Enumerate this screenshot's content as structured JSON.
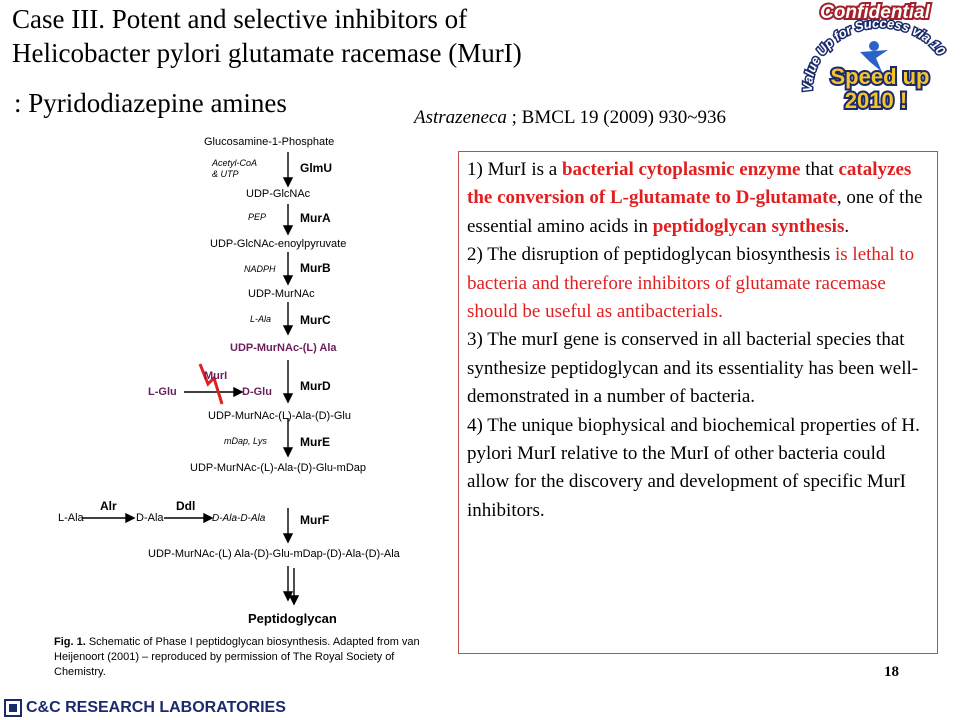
{
  "title_line1": "Case III.  Potent and selective inhibitors of",
  "title_line2": "Helicobacter pylori glutamate racemase (MurI)",
  "subtitle": ": Pyridodiazepine amines",
  "citation": {
    "company": "Astrazeneca",
    "ref": " ; BMCL 19 (2009) 930~936"
  },
  "logo": {
    "top": "Confidential",
    "arc": "Value Up for Success via 10",
    "main": "Speed up",
    "year": "2010 !"
  },
  "pathway": {
    "start": "Glucosamine-1-Phosphate",
    "steps": [
      {
        "cofactor1": "Acetyl-CoA",
        "cofactor2": "& UTP",
        "enzyme": "GlmU",
        "product": "UDP-GlcNAc"
      },
      {
        "cofactor1": "PEP",
        "enzyme": "MurA",
        "product": "UDP-GlcNAc-enoylpyruvate"
      },
      {
        "cofactor1": "NADPH",
        "enzyme": "MurB",
        "product": "UDP-MurNAc"
      },
      {
        "cofactor1": "L-Ala",
        "enzyme": "MurC",
        "product": "UDP-MurNAc-(L) Ala"
      },
      {
        "enzyme": "MurD",
        "product": "UDP-MurNAc-(L)-Ala-(D)-Glu"
      },
      {
        "cofactor1": "mDap, Lys",
        "enzyme": "MurE",
        "product": "UDP-MurNAc-(L)-Ala-(D)-Glu-mDap"
      },
      {
        "enzyme": "MurF",
        "product": "UDP-MurNAc-(L) Ala-(D)-Glu-mDap-(D)-Ala-(D)-Ala"
      }
    ],
    "murI_side": {
      "sub": "L-Glu",
      "enzyme": "MurI",
      "prod": "D-Glu"
    },
    "alr_ddl": {
      "a": "L-Ala",
      "b": "D-Ala",
      "c": "D-Ala-D-Ala",
      "e1": "Alr",
      "e2": "Ddl"
    },
    "end": "Peptidoglycan"
  },
  "caption": {
    "lead": "Fig. 1.",
    "body": "  Schematic of Phase I peptidoglycan biosynthesis. Adapted from van Heijenoort (2001) – reproduced by permission of The Royal Society of Chemistry."
  },
  "points": {
    "p1a": " 1) MurI is a ",
    "p1b": "bacterial cytoplasmic enzyme",
    "p1c": " that ",
    "p1d": "catalyzes the conversion of L-glutamate to D-glutamate",
    "p1e": ", one of the essential amino acids in ",
    "p1f": "peptidoglycan synthesis",
    "p1g": ".",
    "p2a": "2) The disruption of peptidoglycan biosynthesis ",
    "p2b": "is lethal to bacteria and therefore inhibitors of glutamate racemase should be useful as antibacterials.",
    "p3": "3) The murI gene is conserved in all bacterial species that synthesize peptidoglycan and its essentiality has been well-demonstrated in a number of bacteria.",
    "p4": "4) The unique biophysical and biochemical properties of H. pylori MurI relative to the  MurI of other bacteria could allow for the discovery and development of specific MurI inhibitors."
  },
  "page_number": "18",
  "footer": "C&C RESEARCH LABORATORIES",
  "colors": {
    "accent_red": "#e02020",
    "box_border": "#c0504d",
    "purple": "#6b1f5c",
    "navy": "#1a2a6b"
  }
}
